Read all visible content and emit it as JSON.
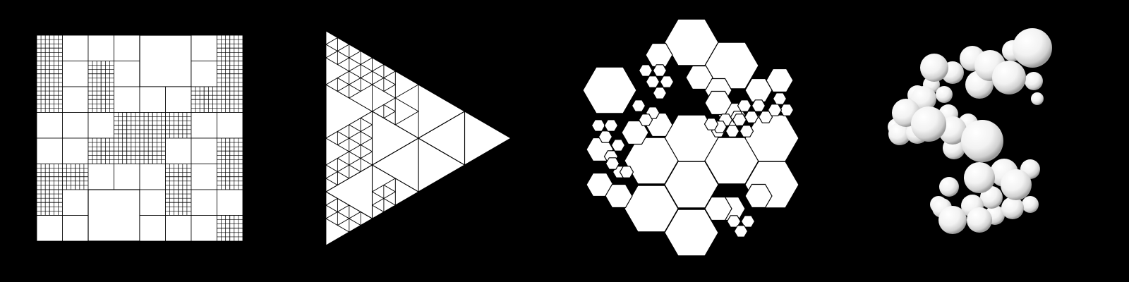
{
  "background": "#000000",
  "fill": "#ffffff",
  "stroke": "#000000",
  "panels": [
    {
      "id": "quadtree-panel",
      "kind": "quadtree",
      "max_depth": 4
    },
    {
      "id": "triangle-panel",
      "kind": "triangle-subdivision",
      "max_depth": 4
    },
    {
      "id": "hexagon-panel",
      "kind": "hexagon-packing"
    },
    {
      "id": "sphere-panel",
      "kind": "sphere-cluster"
    }
  ]
}
